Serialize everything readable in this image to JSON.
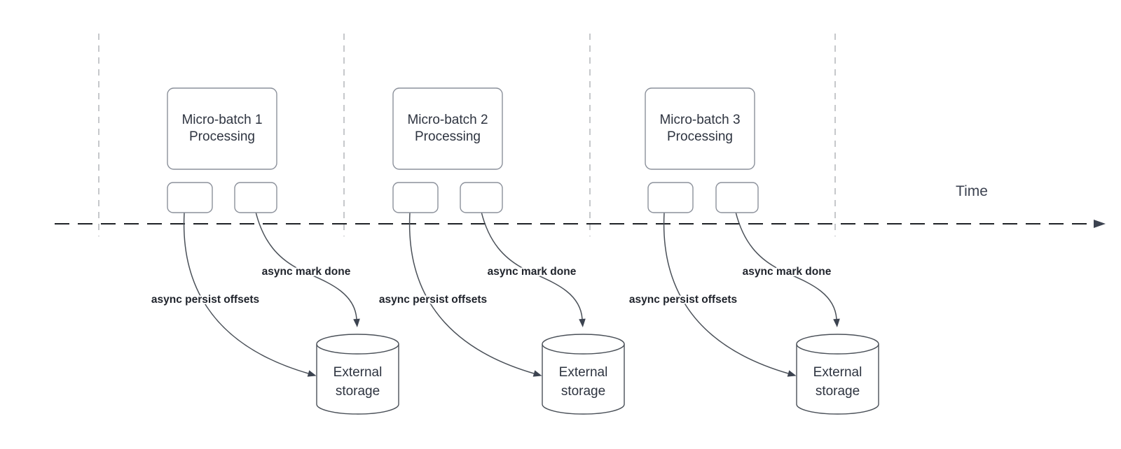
{
  "diagram": {
    "time_axis_label": "Time",
    "sections": [
      {
        "title_line1": "Micro-batch 1",
        "title_line2": "Processing",
        "persist_label": "async persist offsets",
        "done_label": "async mark done",
        "storage_line1": "External",
        "storage_line2": "storage"
      },
      {
        "title_line1": "Micro-batch 2",
        "title_line2": "Processing",
        "persist_label": "async persist offsets",
        "done_label": "async mark done",
        "storage_line1": "External",
        "storage_line2": "storage"
      },
      {
        "title_line1": "Micro-batch 3",
        "title_line2": "Processing",
        "persist_label": "async persist offsets",
        "done_label": "async mark done",
        "storage_line1": "External",
        "storage_line2": "storage"
      }
    ],
    "colors": {
      "timeline": "#1f2226",
      "divider": "#b3b6ba",
      "box_stroke": "#8c919b",
      "edge": "#4a5058",
      "text": "#2e3440",
      "label_text": "#20242c",
      "time_text": "#3c4250"
    }
  }
}
